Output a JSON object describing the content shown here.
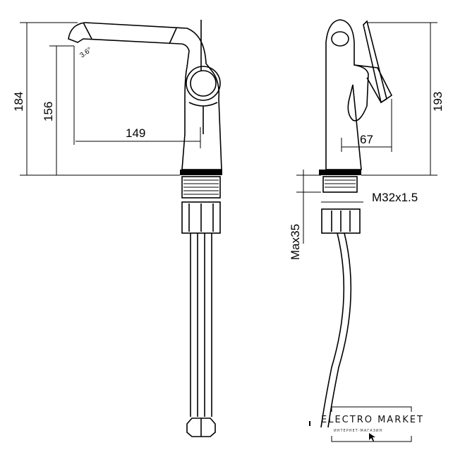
{
  "drawing": {
    "front_view": {
      "height_total": "184",
      "spout_height": "156",
      "spout_reach": "149",
      "spout_angle": "3.6°"
    },
    "side_view": {
      "height": "193",
      "lever_offset": "67",
      "thread": "M32x1.5",
      "max_mount": "Max35"
    }
  },
  "logo": {
    "name": "ELECTRO MARKET",
    "subtitle": "ИНТЕРНЕТ-МАГАЗИН"
  }
}
